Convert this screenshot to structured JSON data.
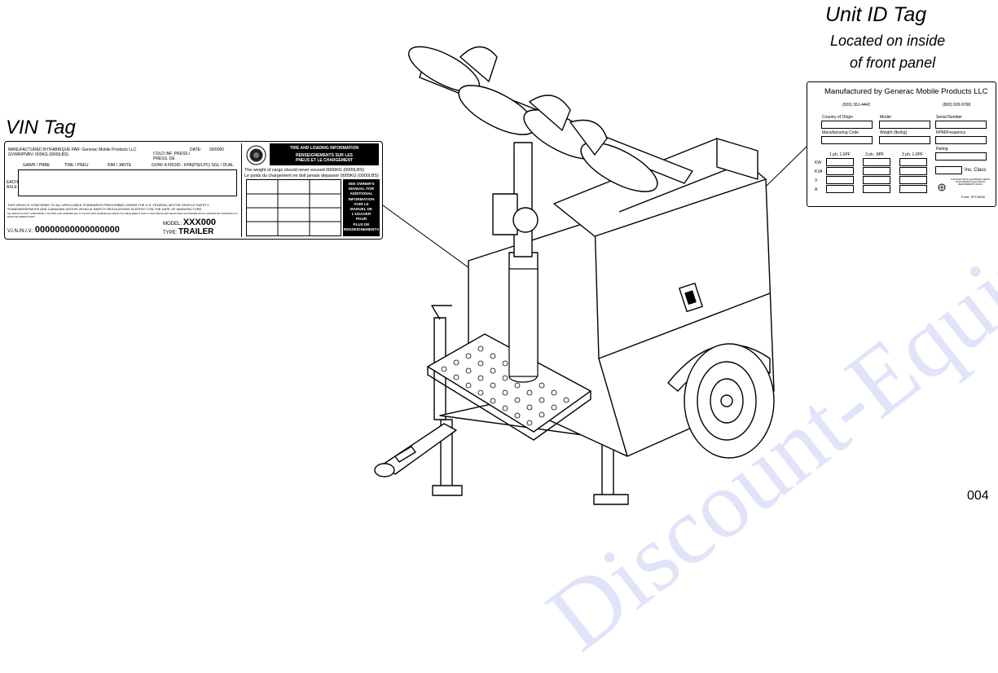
{
  "colors": {
    "watermark": "#4660dc",
    "ink": "#000000"
  },
  "watermark": "Discount-Equipment.com",
  "vin_tag": {
    "title": "VIN Tag",
    "mfd_by": "MANUFACTURED BY/FABRIQUE PAR:",
    "manufacturer": "Generac Mobile Products LLC",
    "date_label": "DATE:",
    "date_value": "00/0000",
    "gvwr_label": "GVWR/PNBV:",
    "gvwr_value": "000KG (0000LBS)",
    "cold_inf": "COLD INF. PRESS./",
    "press_de": "PRESS. DE",
    "col_gawr": "GAWR / PNBE",
    "col_tire": "TIRE / PNEU",
    "col_rim": "RIM / JANTE",
    "col_gonf": "GONF A FROID - KPA(PSI/LPC) SGL / DUAL",
    "each_axle": "EACH AXLE",
    "conform_en": "THIS VEHICLE CONFORMS TO ALL APPLICABLE STANDARDS PRESCRIBED UNDER THE U.S. FEDERAL MOTOR VEHICLE SAFETY STANDARDS/FMVSS AND CANADIAN MOTOR VEHICLE SAFETY REGULATIONS IN EFFECT ON THE DATE OF MANUFACTURE.",
    "conform_fr": "CE VEHICULE EST CONFORME A TOUTES LES NORMES QUI LUI SONT APPLICABLES EN VERTU DU REGLEMENT SUR LA SECURITE DES VEHICULES AUTOMOBILES DU CANADA EN VIGUEUR A LA DATE DE FABRICATION.",
    "model_label": "MODEL:",
    "model_value": "XXX000",
    "vin_label": "V.I.N./N.I.V.:",
    "vin_value": "00000000000000000",
    "type_label": "TYPE:",
    "type_value": "TRAILER",
    "tire_header_1": "TIRE AND LOADING INFORMATION",
    "tire_header_2": "RENSEIGNEMENTS SUR LES",
    "tire_header_3": "PNEUS ET LE CHARGEMENT",
    "weight_en": "The weight of cargo should never exceed 0000KG (0000LBS)",
    "weight_fr": "Le poids du chargement ne doit jamais depasser 0000KG (0000LBS)",
    "see_manual": [
      "SEE OWNER'S",
      "MANUAL FOR",
      "ADDITIONAL",
      "INFORMATION",
      "VOIR LE",
      "MANUEL DE",
      "L'USAGER",
      "POUR",
      "PLUS DE",
      "RENSEIGNEMENTS"
    ]
  },
  "unit_tag": {
    "title": "Unit ID Tag",
    "subtitle_1": "Located on inside",
    "subtitle_2": "of front panel",
    "manufacturer": "Manufactured by Generac Mobile Products LLC",
    "phone_1": "(920) 361-4442",
    "phone_2": "(800) 926-9768",
    "country": "Country of Origin",
    "model": "Model",
    "serial": "Serial Number",
    "mfg_code": "Manufacturing Code",
    "weight": "Weight (lbs/kg)",
    "rpm": "RPM/Frequency",
    "rating": "Rating",
    "ph1": "1 ph. 1.0PF",
    "ph3a": "3 ph. .8PF",
    "ph3b": "3 ph. 1.0PF",
    "kw": "KW",
    "kva": "KVA",
    "v": "V",
    "a": "A",
    "ins_class": "Ins. Class",
    "small_text": "THIS ELECTRICAL EQUIPMENT MEETS YOUR MATERIAL ELECTRICAL REQUIREMENTS ANSIS",
    "form": "Form: SPC8268"
  },
  "figure_number": "004"
}
